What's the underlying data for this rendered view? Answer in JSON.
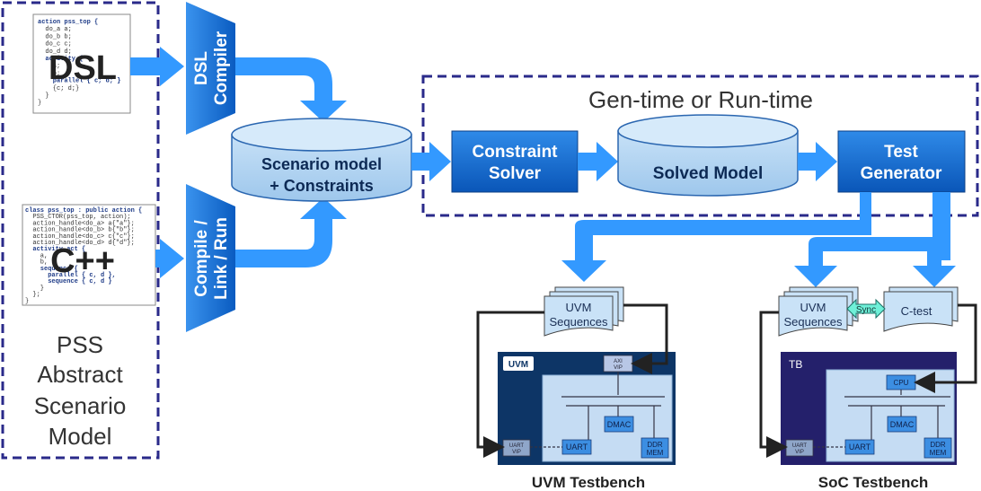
{
  "left_panel": {
    "title_lines": [
      "PSS",
      "Abstract",
      "Scenario",
      "Model"
    ],
    "dsl_label": "DSL",
    "cpp_label": "C++",
    "dsl_code": [
      "action pss_top {",
      "  do_a a;",
      "  do_b b;",
      "  do_c c;",
      "  do_d d;",
      "  activity {",
      "    a;",
      "    b;",
      "    parallel { c; d; }",
      "    {c; d;}",
      "  }",
      "}"
    ],
    "cpp_code": [
      "class pss_top : public action {",
      "  PSS_CTOR(pss_top, action);",
      "  action_handle<do_a> a{\"a\"};",
      "  action_handle<do_b> b{\"b\"};",
      "  action_handle<do_c> c{\"c\"};",
      "  action_handle<do_d> d{\"d\"};",
      "  activity act {",
      "    a,",
      "    b,",
      "    sequence {",
      "      parallel { c, d },",
      "      sequence { c, d }",
      "    }",
      "  };",
      "}"
    ]
  },
  "compilers": {
    "dsl": [
      "DSL",
      "Compiler"
    ],
    "cpp": [
      "Compile /",
      "Link / Run"
    ]
  },
  "scenario_model": [
    "Scenario model",
    "+ Constraints"
  ],
  "gen_region_title": "Gen-time or Run-time",
  "constraint_solver": [
    "Constraint",
    "Solver"
  ],
  "solved_model": "Solved Model",
  "test_generator": [
    "Test",
    "Generator"
  ],
  "uvm_side": {
    "sequences": [
      "UVM",
      "Sequences"
    ],
    "logo": "UVM",
    "axi_vip": [
      "AXI",
      "VIP"
    ],
    "dmac": "DMAC",
    "uart": "UART",
    "uart_vip": [
      "UART",
      "VIP"
    ],
    "ddr": [
      "DDR",
      "MEM"
    ],
    "caption": "UVM Testbench"
  },
  "soc_side": {
    "sequences": [
      "UVM",
      "Sequences"
    ],
    "sync": "Sync",
    "ctest": "C-test",
    "tb_label": "TB",
    "cpu": "CPU",
    "dmac": "DMAC",
    "uart": "UART",
    "uart_vip": [
      "UART",
      "VIP"
    ],
    "ddr": [
      "DDR",
      "MEM"
    ],
    "caption": "SoC Testbench"
  },
  "colors": {
    "arrow": "#3399ff",
    "box_dark": "#0a62c9",
    "box_light": "#b7d7f2",
    "dashed": "#2a2a8a",
    "tb_dark": "#0d3566",
    "tb_navy": "#24206b"
  }
}
